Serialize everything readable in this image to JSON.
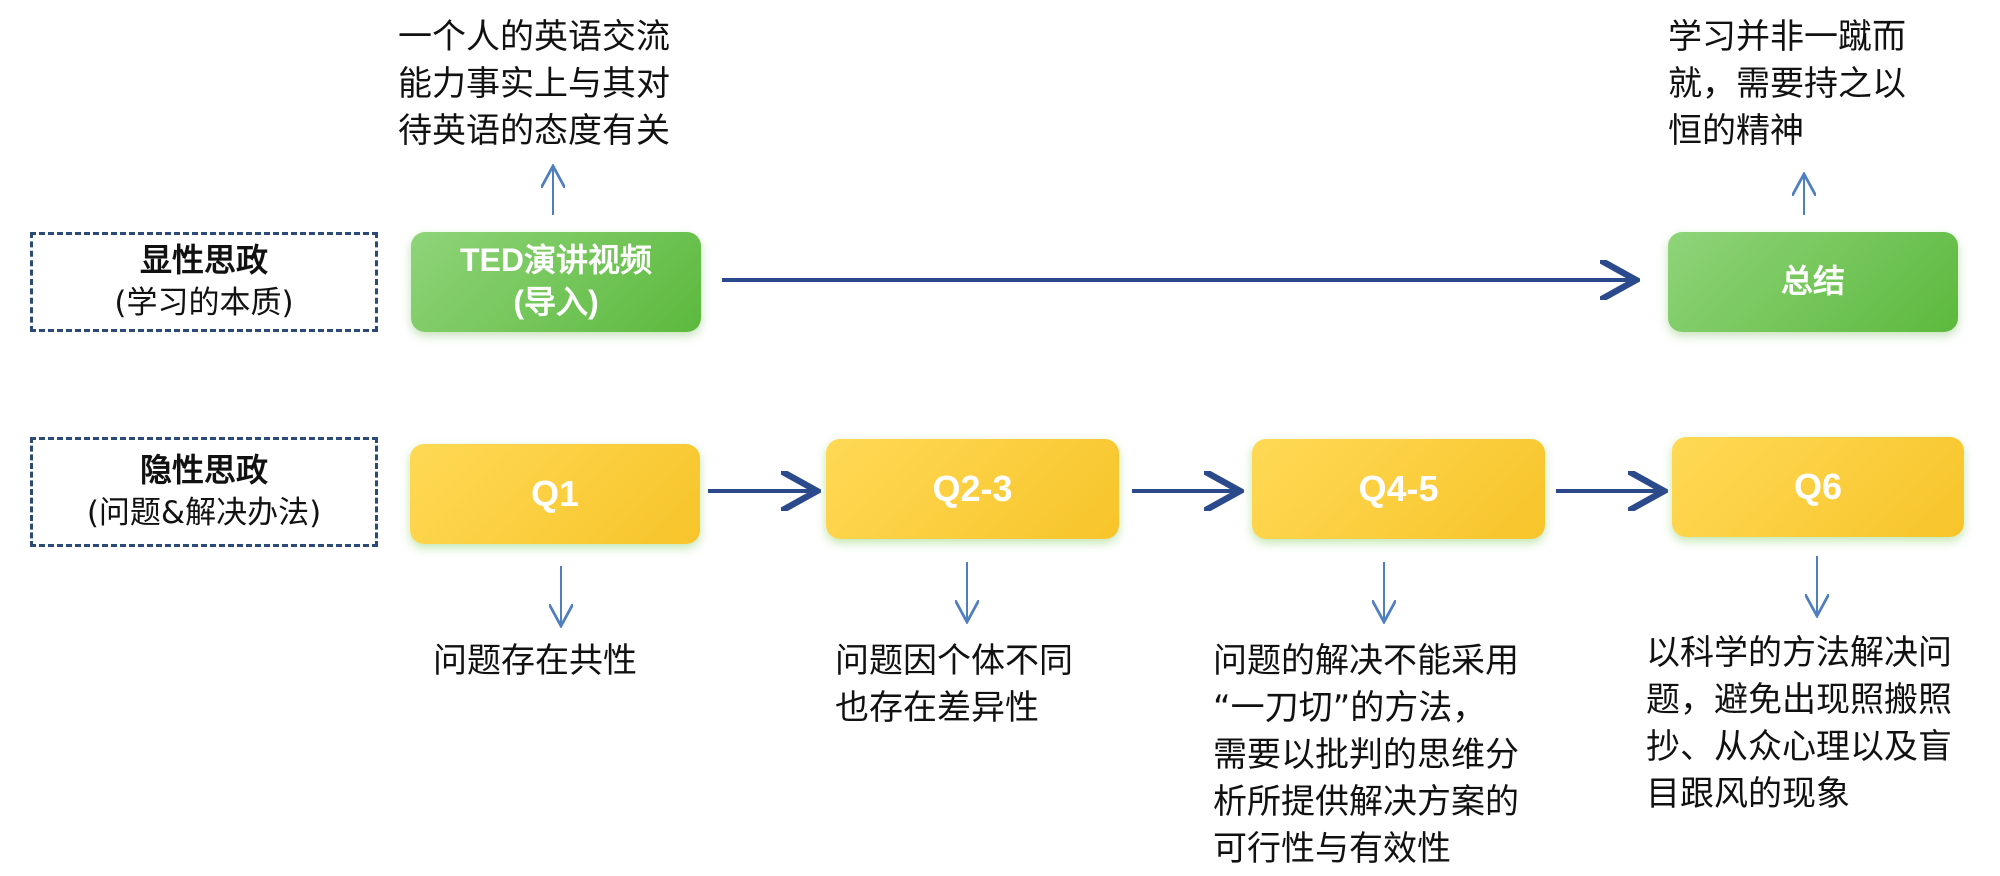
{
  "rows": {
    "explicit": {
      "title": "显性思政",
      "subtitle": "(学习的本质)"
    },
    "implicit": {
      "title": "隐性思政",
      "subtitle": "(问题&解决办法)"
    }
  },
  "boxes": {
    "ted": {
      "line1": "TED演讲视频",
      "line2": "(导入)"
    },
    "summary": {
      "label": "总结"
    },
    "q1": {
      "label": "Q1"
    },
    "q23": {
      "label": "Q2-3"
    },
    "q45": {
      "label": "Q4-5"
    },
    "q6": {
      "label": "Q6"
    }
  },
  "notes": {
    "ted": [
      "一个人的英语交流",
      "能力事实上与其对",
      "待英语的态度有关"
    ],
    "summary": [
      "学习并非一蹴而",
      "就，需要持之以",
      "恒的精神"
    ],
    "q1": [
      "问题存在共性"
    ],
    "q23": [
      "问题因个体不同",
      "也存在差异性"
    ],
    "q45": [
      "问题的解决不能采用",
      "“一刀切”的方法，",
      "需要以批判的思维分",
      "析所提供解决方案的",
      "可行性与有效性"
    ],
    "q6": [
      "以科学的方法解决问",
      "题，避免出现照搬照",
      "抄、从众心理以及盲",
      "目跟风的现象"
    ]
  },
  "colors": {
    "arrow_main": "#2b4a8b",
    "arrow_thin": "#4f7fbf",
    "dash_border": "#2b4a78",
    "green": "#6cc24a",
    "yellow": "#fbcd3a"
  }
}
